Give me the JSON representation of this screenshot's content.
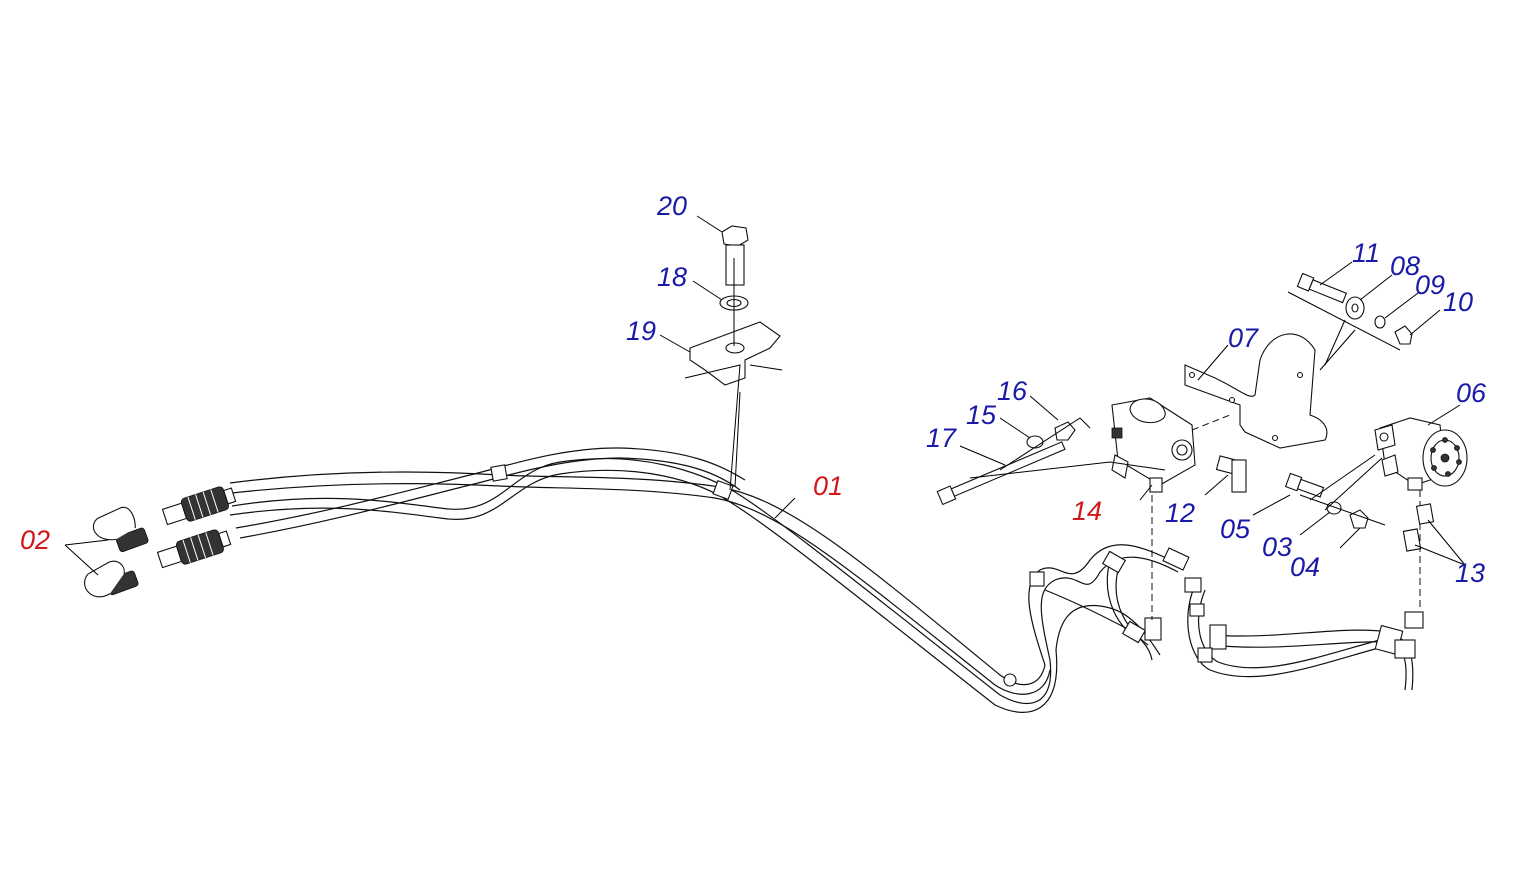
{
  "colors": {
    "callout_blue": "#1a1aa8",
    "callout_red": "#d01818",
    "line": "#111111",
    "background": "#ffffff"
  },
  "callouts": [
    {
      "id": "c01",
      "label": "01",
      "color": "red"
    },
    {
      "id": "c02",
      "label": "02",
      "color": "red"
    },
    {
      "id": "c03",
      "label": "03",
      "color": "blue"
    },
    {
      "id": "c04",
      "label": "04",
      "color": "blue"
    },
    {
      "id": "c05",
      "label": "05",
      "color": "blue"
    },
    {
      "id": "c06",
      "label": "06",
      "color": "blue"
    },
    {
      "id": "c07",
      "label": "07",
      "color": "blue"
    },
    {
      "id": "c08",
      "label": "08",
      "color": "blue"
    },
    {
      "id": "c09",
      "label": "09",
      "color": "blue"
    },
    {
      "id": "c10",
      "label": "10",
      "color": "blue"
    },
    {
      "id": "c11",
      "label": "11",
      "color": "blue"
    },
    {
      "id": "c12",
      "label": "12",
      "color": "blue"
    },
    {
      "id": "c13",
      "label": "13",
      "color": "blue"
    },
    {
      "id": "c14",
      "label": "14",
      "color": "red"
    },
    {
      "id": "c15",
      "label": "15",
      "color": "blue"
    },
    {
      "id": "c16",
      "label": "16",
      "color": "blue"
    },
    {
      "id": "c17",
      "label": "17",
      "color": "blue"
    },
    {
      "id": "c18",
      "label": "18",
      "color": "blue"
    },
    {
      "id": "c19",
      "label": "19",
      "color": "blue"
    },
    {
      "id": "c20",
      "label": "20",
      "color": "blue"
    }
  ]
}
